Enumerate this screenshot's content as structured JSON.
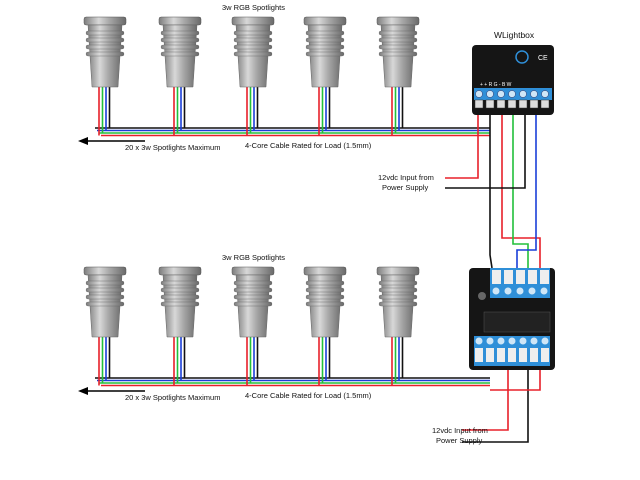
{
  "sections": [
    {
      "spotlights_label": "3w RGB Spotlights",
      "controller_label": "WLightbox",
      "max_label": "20 x 3w Spotlights Maximum",
      "cable_label": "4-Core Cable Rated for Load  (1.5mm)",
      "power_label_1": "12vdc Input from",
      "power_label_2": "Power Supply",
      "terminal_labels": "+   +   R   G   -   B   W"
    },
    {
      "spotlights_label": "3w RGB Spotlights",
      "max_label": "20 x 3w Spotlights Maximum",
      "cable_label": "4-Core Cable Rated for Load  (1.5mm)",
      "power_label_1": "12vdc Input from",
      "power_label_2": "Power Supply"
    }
  ],
  "colors": {
    "red": "#e8202a",
    "green": "#22c03a",
    "blue": "#1a3fd8",
    "black": "#111111",
    "terminal": "#2f8fd8"
  }
}
